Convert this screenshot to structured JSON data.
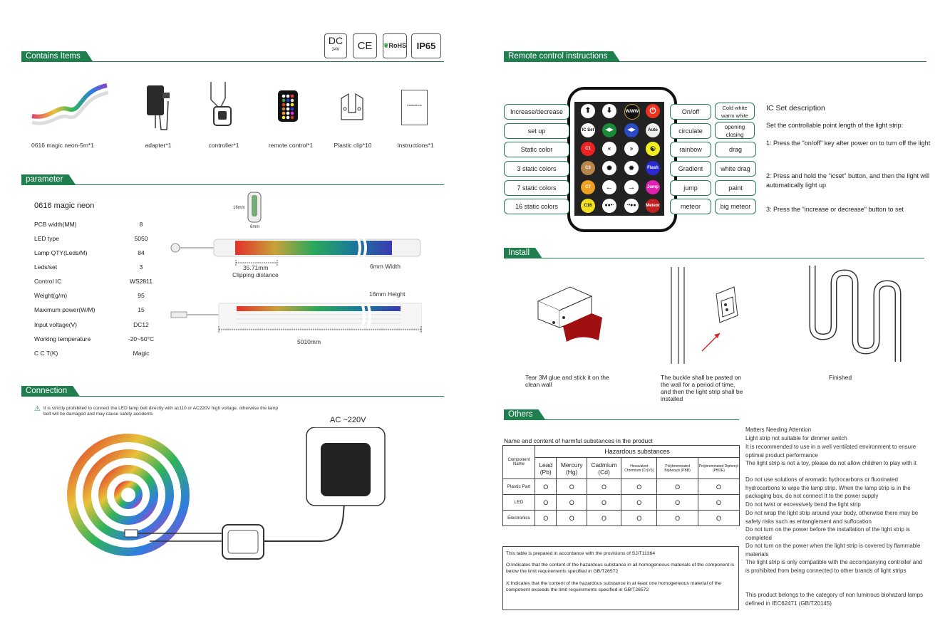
{
  "badges": {
    "dc": "DC",
    "dc_sub": "24V",
    "ce": "CE",
    "rohs": "RoHS",
    "ip": "IP65"
  },
  "sections": {
    "contains": "Contains Items",
    "parameter": "parameter",
    "connection": "Connection",
    "remote": "Remote control instructions",
    "install": "Install",
    "others": "Others"
  },
  "items": [
    {
      "label": "0616 magic neon-5m*1"
    },
    {
      "label": "adapter*1"
    },
    {
      "label": "controller*1"
    },
    {
      "label": "remote control*1"
    },
    {
      "label": "Plastic clip*10"
    },
    {
      "label": "Instructions*1"
    }
  ],
  "instructions_doc_text": "Instructions",
  "parameter": {
    "title": "0616 magic neon",
    "rows": [
      {
        "k": "PCB width(MM)",
        "v": "8"
      },
      {
        "k": "LED type",
        "v": "5050"
      },
      {
        "k": "Lamp QTY(Leds/M)",
        "v": "84"
      },
      {
        "k": "Leds/set",
        "v": "3"
      },
      {
        "k": "Control IC",
        "v": "WS2811"
      },
      {
        "k": "Weight(g/m)",
        "v": "95"
      },
      {
        "k": "Maximum power(W/M)",
        "v": "15"
      },
      {
        "k": "Input voltage(V)",
        "v": "DC12"
      },
      {
        "k": "Working temperature",
        "v": "-20~50°C"
      },
      {
        "k": "C C T(K)",
        "v": "Magic"
      }
    ],
    "cross_h": "16mm",
    "cross_w": "6mm",
    "clip_dist": "35.71mm",
    "clip_label": "Clipping distance",
    "width_label": "6mm Width",
    "height_label": "16mm Height",
    "length_label": "5010mm"
  },
  "connection": {
    "warning": "It is strictly prohibited to connect the LED lamp belt directly with ac110 or AC220V high voltage, otherwise the lamp belt will be damaged and may cause safety accidents",
    "ac": "AC ~220V"
  },
  "remote": {
    "left_labels": [
      "Increase/decrease",
      "set up",
      "Static color",
      "3 static colors",
      "7 static colors",
      "16 static colors"
    ],
    "mid_labels": [
      "On/off",
      "circulate",
      "rainbow",
      "Gradient",
      "jump",
      "meteor"
    ],
    "right_labels": [
      "Cold white warm white",
      "opening closing",
      "drag",
      "white drag",
      "paint",
      "big meteor"
    ],
    "buttons": {
      "ww": "W/WW",
      "icset": "IC Set",
      "auto": "Auto",
      "c3": "C3",
      "c7": "C7",
      "c16": "C16",
      "flash": "Flash",
      "jump": "Jump",
      "meteor": "Meteor",
      "c1": "C1"
    },
    "ic_title": "IC Set description",
    "ic_lines": [
      "Set the controllable point length of the light strip:",
      "1: Press the \"on/off\" key after power on to turn off the light",
      "2: Press and hold the \"icset\" button, and then the light will automatically light up",
      "3: Press the \"increase or decrease\" button to set"
    ]
  },
  "install": {
    "captions": [
      "Tear 3M glue and stick it on the clean wall",
      "The buckle shall be pasted on the wall for a period of time, and then the light strip shall be installed",
      "Finished"
    ]
  },
  "others": {
    "table_title": "Name and content of harmful substances in the product",
    "header_component": "Component Name",
    "header_haz": "Hazardous substances",
    "columns": [
      "Lead (Pb)",
      "Mercury (Hg)",
      "Cadmium (Cd)",
      "Hexavalent Chromium (Cr(VI))",
      "Polybrominated Biphenyls (PBB)",
      "Polybrominated Diphenyl (PBDE)"
    ],
    "rows": [
      {
        "name": "Plastic Part",
        "vals": [
          "O",
          "O",
          "O",
          "O",
          "O",
          "O"
        ]
      },
      {
        "name": "LED",
        "vals": [
          "O",
          "O",
          "O",
          "O",
          "O",
          "O"
        ]
      },
      {
        "name": "Electronics",
        "vals": [
          "O",
          "O",
          "O",
          "O",
          "O",
          "O"
        ]
      }
    ],
    "footnotes": [
      "This table is prepared in accordance with the provisions of SJ/T11364",
      "O:Indicates that the content of the hazardous substance in all homogeneous materials of the component is below the limit requirements specified in GB/T26572",
      "X:Indicates that the content of the hazardous substance in at least one homogeneous material of the component exceeds the limit requirements specified in GB/T26572"
    ],
    "attention": [
      "Matters Needing Attention",
      "Light strip not suitable for dimmer switch",
      "It is recommended to use in a well ventilated environment to ensure optimal product performance",
      "The light strip is not a toy, please do not allow children to play with it",
      "Do not use solutions of aromatic hydrocarbons or fluorinated hydrocarbons to wipe the lamp strip. When the lamp strip is in the packaging box, do not connect it to the power supply",
      "Do not twist or excessively bend the light strip",
      "Do not wrap the light strip around your body, otherwise there may be safety risks such as entanglement and suffocation",
      "Do not turn on the power before the installation of the light strip is completed",
      "Do not turn on the power when the light strip is covered by flammable materials",
      "The light strip is only compatible with the accompanying controller and is prohibited from being connected to other brands of light strips",
      "This product belongs to the category of non luminous biohazard lamps defined in IEC62471 (GB/T20145)"
    ]
  },
  "colors": {
    "accent": "#1e7e4e"
  }
}
